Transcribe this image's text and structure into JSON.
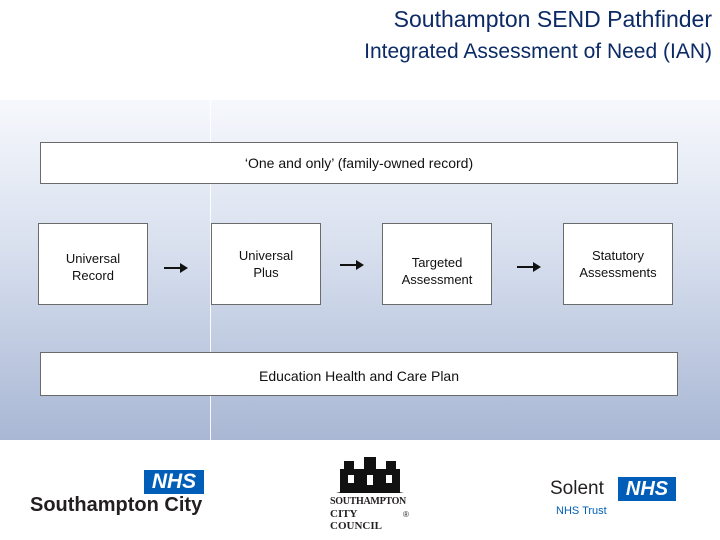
{
  "header": {
    "title": "Southampton SEND Pathfinder",
    "subtitle": "Integrated Assessment of Need (IAN)"
  },
  "diagram": {
    "top_band": "‘One and only’ (family-owned record)",
    "bottom_band": "Education Health and Care Plan",
    "stages": [
      {
        "line1": "Universal",
        "line2": "Record"
      },
      {
        "line1": "Universal",
        "line2": "Plus"
      },
      {
        "line1": "Targeted",
        "line2": "Assessment"
      },
      {
        "line1": "Statutory",
        "line2": "Assessments"
      }
    ]
  },
  "logos": {
    "southampton_city_nhs": {
      "badge": "NHS",
      "name": "Southampton City"
    },
    "city_council": {
      "line1": "SOUTHAMPTON",
      "line2": "CITY COUNCIL",
      "mark": "®"
    },
    "solent_nhs": {
      "name": "Solent",
      "badge": "NHS",
      "sub": "NHS Trust"
    }
  },
  "colors": {
    "title": "#0b2a66",
    "panel_top": "#f6f8fc",
    "panel_bottom": "#a9b7d4",
    "nhs_blue": "#005eb8"
  },
  "icons": [
    "arrow-right-icon",
    "city-council-crest-icon"
  ]
}
